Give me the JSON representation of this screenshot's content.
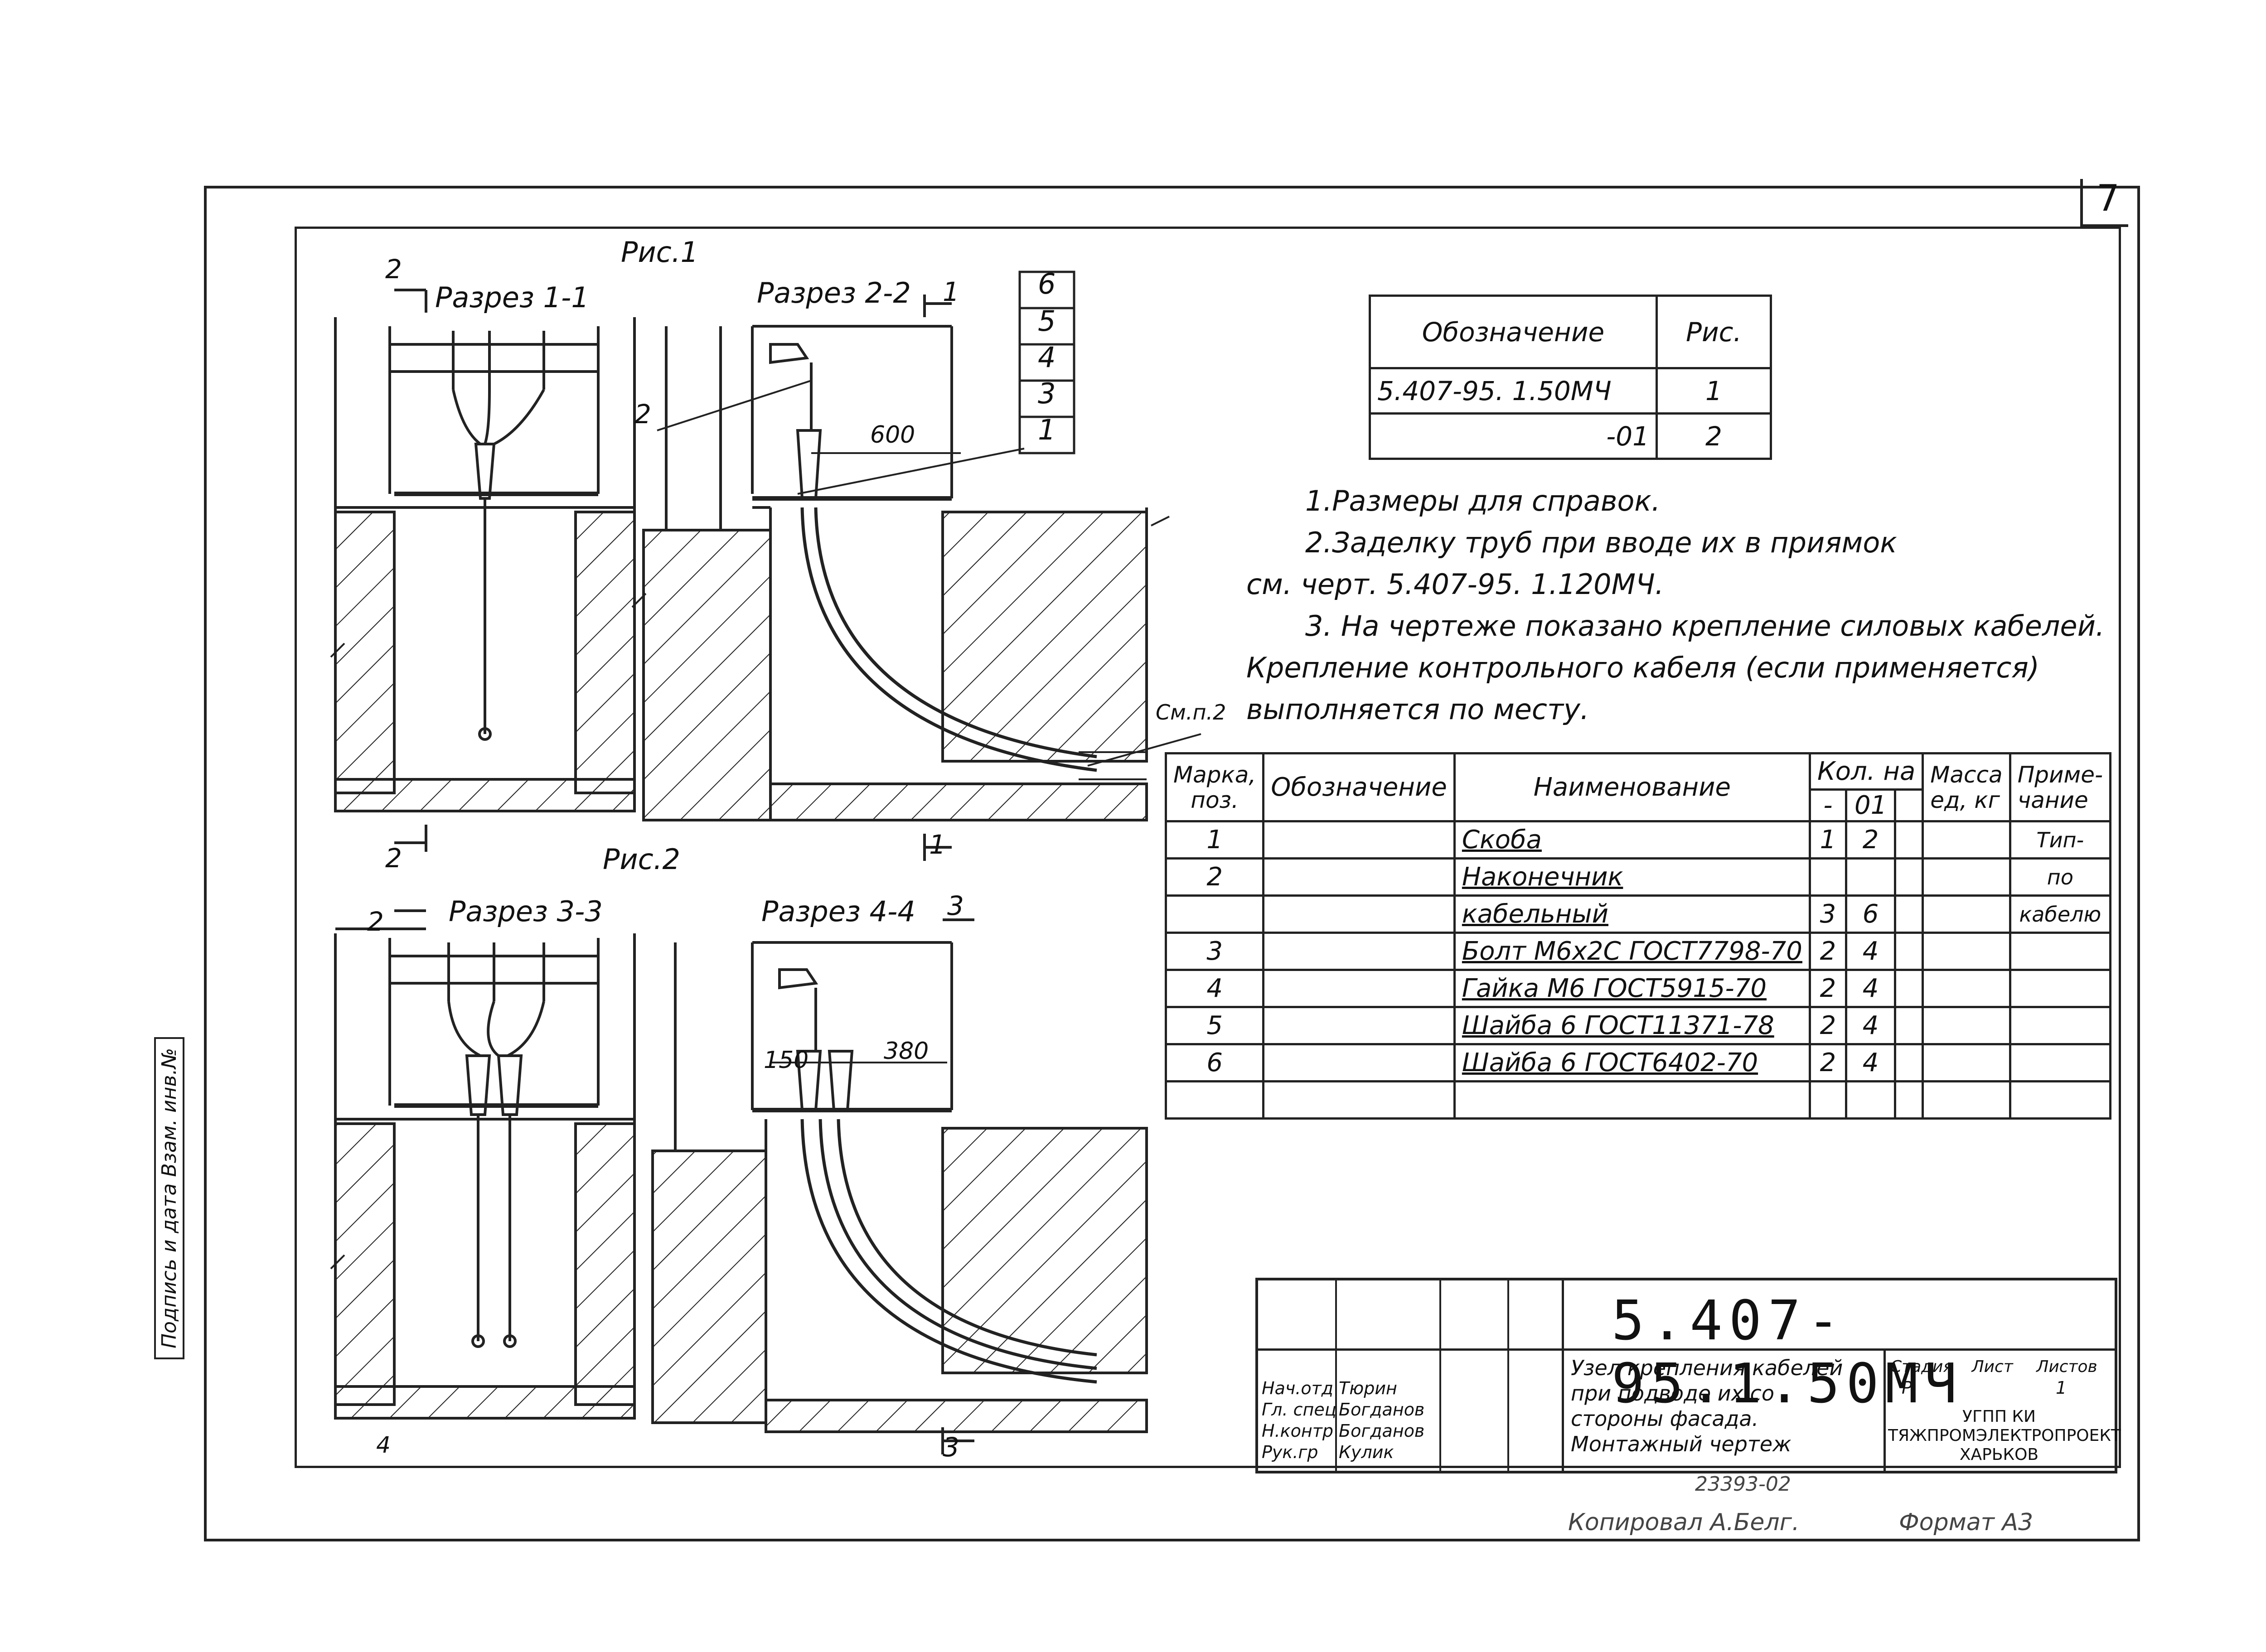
{
  "sheet": {
    "number": "7"
  },
  "figures": {
    "fig1": "Рис.1",
    "fig2": "Рис.2",
    "sec11": "Разрез 1-1",
    "sec22": "Разрез 2-2",
    "sec33": "Разрез 3-3",
    "sec44": "Разрез 4-4",
    "dim600": "600",
    "dim150": "150",
    "dim380": "380",
    "callout_smp2": "См.п.2",
    "mark_1": "1",
    "mark_2": "2",
    "mark_3": "3",
    "mark_4": "4",
    "pos_labels": [
      "6",
      "5",
      "4",
      "3",
      "1"
    ]
  },
  "ref_table": {
    "headers": [
      "Обозначение",
      "Рис."
    ],
    "rows": [
      [
        "5.407-95. 1.50МЧ",
        "1"
      ],
      [
        "-01",
        "2"
      ]
    ]
  },
  "notes": [
    "1.Размеры для справок.",
    "2.Заделку труб при вводе их в приямок",
    "см. черт. 5.407-95. 1.120МЧ.",
    "3. На чертеже показано крепление силовых кабелей.",
    "Крепление контрольного кабеля (если применяется)",
    "выполняется по месту."
  ],
  "spec_table": {
    "h_mark": "Марка, поз.",
    "h_designation": "Обозначение",
    "h_name": "Наименование",
    "h_qty": "Кол. на",
    "h_qty_a": "-",
    "h_qty_b": "01",
    "h_mass": "Масса ед, кг",
    "h_note": "Приме- чание",
    "rows": [
      {
        "mark": "1",
        "name": "Скоба",
        "a": "1",
        "b": "2",
        "note": "Тип-"
      },
      {
        "mark": "2",
        "name": "Наконечник",
        "a": "",
        "b": "",
        "note": "по"
      },
      {
        "mark": "",
        "name": "кабельный",
        "a": "3",
        "b": "6",
        "note": "кабелю"
      },
      {
        "mark": "3",
        "name": "Болт М6х2С ГОСТ7798-70",
        "a": "2",
        "b": "4",
        "note": ""
      },
      {
        "mark": "4",
        "name": "Гайка М6 ГОСТ5915-70",
        "a": "2",
        "b": "4",
        "note": ""
      },
      {
        "mark": "5",
        "name": "Шайба 6 ГОСТ11371-78",
        "a": "2",
        "b": "4",
        "note": ""
      },
      {
        "mark": "6",
        "name": "Шайба 6 ГОСТ6402-70",
        "a": "2",
        "b": "4",
        "note": ""
      },
      {
        "mark": "",
        "name": "",
        "a": "",
        "b": "",
        "note": ""
      }
    ]
  },
  "title_block": {
    "code": "5.407-95.1.50МЧ",
    "title_lines": [
      "Узел крепления кабелей",
      "при подводе их со",
      "стороны фасада.",
      "Монтажный чертеж"
    ],
    "roles": [
      "Нач.отд",
      "Гл. спец",
      "Н.контр",
      "Рук.гр"
    ],
    "names": [
      "Тюрин",
      "Богданов",
      "Богданов",
      "Кулик"
    ],
    "stage_label": "Стадия",
    "sheet_label": "Лист",
    "sheets_label": "Листов",
    "stage": "Р",
    "sheets": "1",
    "org": [
      "УГПП КИ",
      "ТЯЖПРОМЭЛЕКТРОПРОЕКТ",
      "ХАРЬКОВ"
    ]
  },
  "side_stamp": "Подпись и дата   Взам. инв.№",
  "footer": {
    "inventory": "23393-02",
    "copied": "Копировал А.Белг.",
    "format": "Формат А3"
  }
}
